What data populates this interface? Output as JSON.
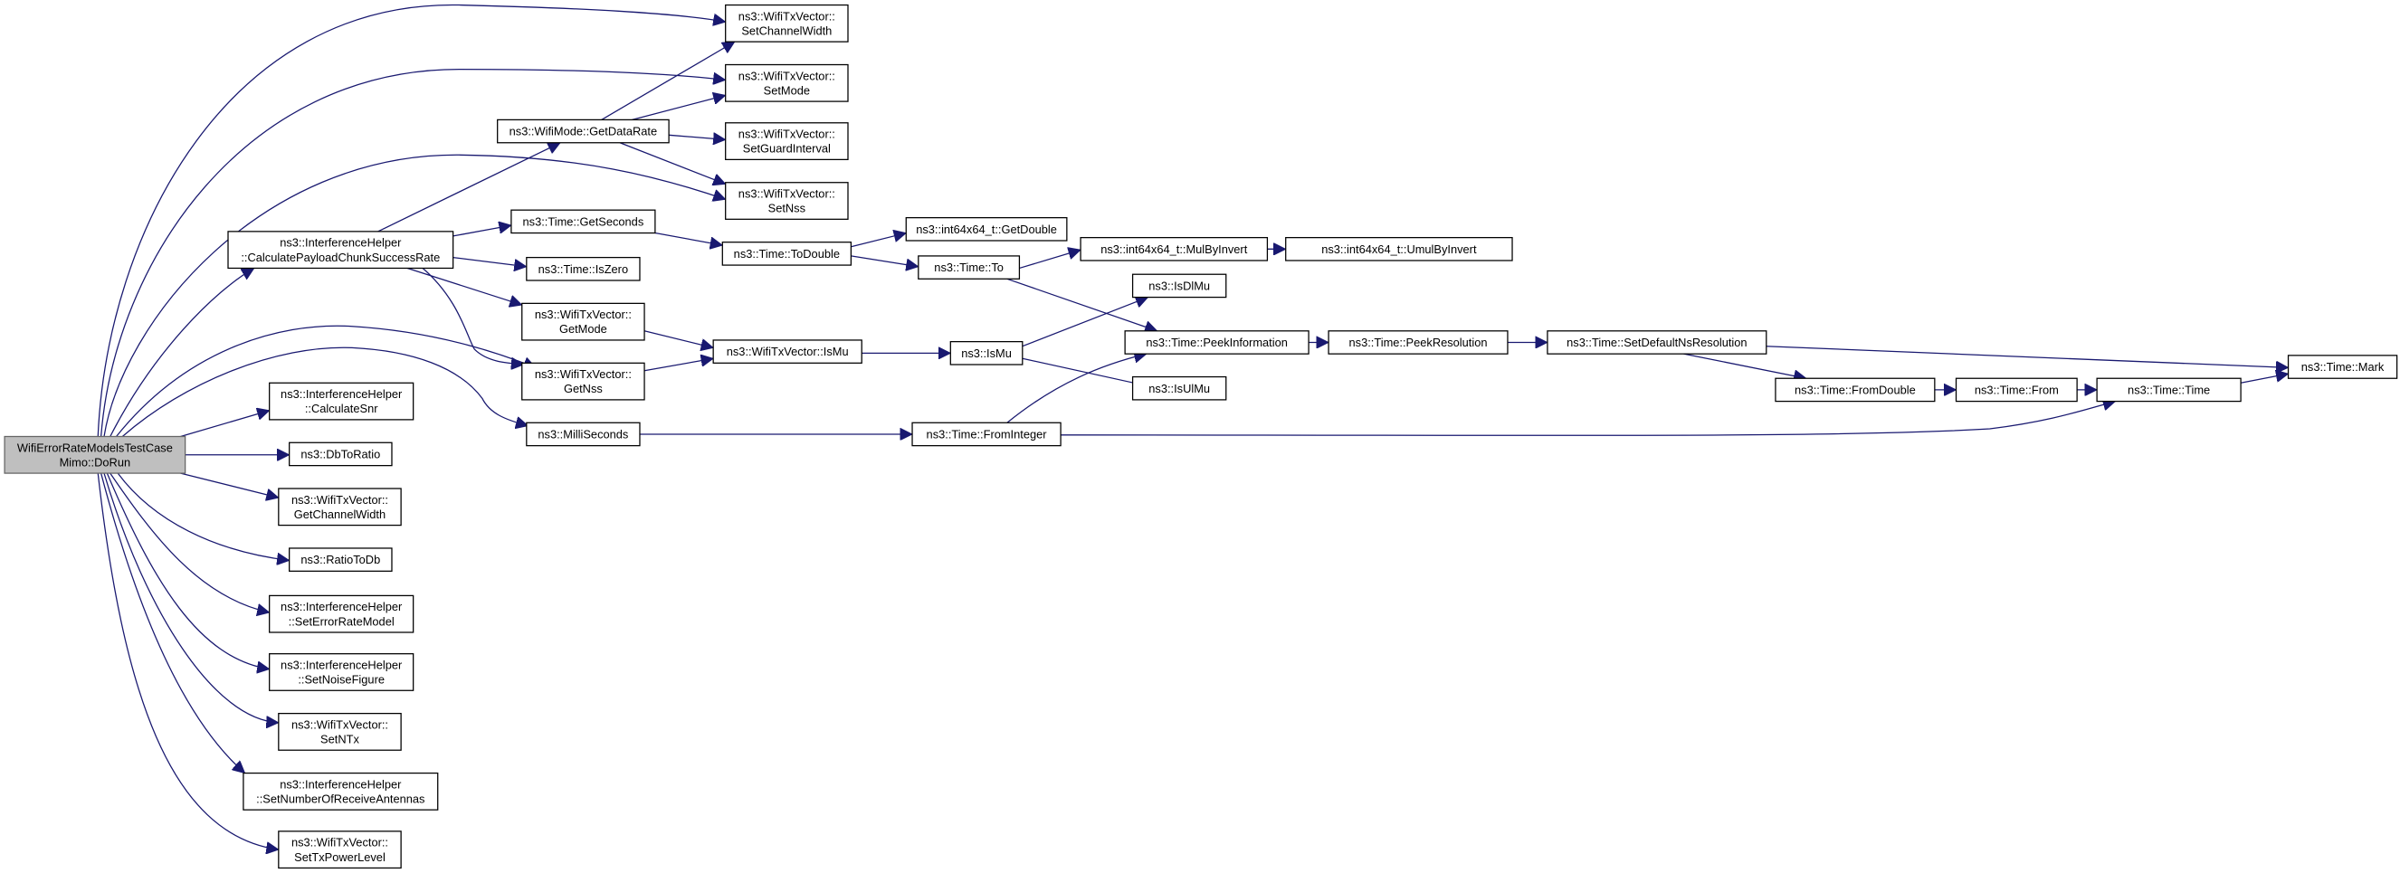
{
  "graph": {
    "title": "WifiErrorRateModelsTestCaseMimo::DoRun call graph",
    "colors": {
      "edge": "#191970",
      "root_fill": "#bfbfbf",
      "node_fill": "#ffffff"
    },
    "nodes": [
      {
        "id": "root",
        "lines": [
          "WifiErrorRateModelsTestCase",
          "Mimo::DoRun"
        ]
      },
      {
        "id": "setChannelWidth",
        "lines": [
          "ns3::WifiTxVector::",
          "SetChannelWidth"
        ]
      },
      {
        "id": "setMode",
        "lines": [
          "ns3::WifiTxVector::",
          "SetMode"
        ]
      },
      {
        "id": "getDataRate",
        "lines": [
          "ns3::WifiMode::GetDataRate"
        ]
      },
      {
        "id": "setGuardInterval",
        "lines": [
          "ns3::WifiTxVector::",
          "SetGuardInterval"
        ]
      },
      {
        "id": "setNss",
        "lines": [
          "ns3::WifiTxVector::",
          "SetNss"
        ]
      },
      {
        "id": "cpcsr",
        "lines": [
          "ns3::InterferenceHelper",
          "::CalculatePayloadChunkSuccessRate"
        ]
      },
      {
        "id": "getSeconds",
        "lines": [
          "ns3::Time::GetSeconds"
        ]
      },
      {
        "id": "toDouble",
        "lines": [
          "ns3::Time::ToDouble"
        ]
      },
      {
        "id": "isZero",
        "lines": [
          "ns3::Time::IsZero"
        ]
      },
      {
        "id": "getMode",
        "lines": [
          "ns3::WifiTxVector::",
          "GetMode"
        ]
      },
      {
        "id": "getNss",
        "lines": [
          "ns3::WifiTxVector::",
          "GetNss"
        ]
      },
      {
        "id": "txIsMu",
        "lines": [
          "ns3::WifiTxVector::IsMu"
        ]
      },
      {
        "id": "calcSnr",
        "lines": [
          "ns3::InterferenceHelper",
          "::CalculateSnr"
        ]
      },
      {
        "id": "milliSeconds",
        "lines": [
          "ns3::MilliSeconds"
        ]
      },
      {
        "id": "dbToRatio",
        "lines": [
          "ns3::DbToRatio"
        ]
      },
      {
        "id": "getChannelWidth",
        "lines": [
          "ns3::WifiTxVector::",
          "GetChannelWidth"
        ]
      },
      {
        "id": "ratioToDb",
        "lines": [
          "ns3::RatioToDb"
        ]
      },
      {
        "id": "setErrorRateModel",
        "lines": [
          "ns3::InterferenceHelper",
          "::SetErrorRateModel"
        ]
      },
      {
        "id": "setNoiseFigure",
        "lines": [
          "ns3::InterferenceHelper",
          "::SetNoiseFigure"
        ]
      },
      {
        "id": "setNTx",
        "lines": [
          "ns3::WifiTxVector::",
          "SetNTx"
        ]
      },
      {
        "id": "setNumRx",
        "lines": [
          "ns3::InterferenceHelper",
          "::SetNumberOfReceiveAntennas"
        ]
      },
      {
        "id": "setTxPower",
        "lines": [
          "ns3::WifiTxVector::",
          "SetTxPowerLevel"
        ]
      },
      {
        "id": "getDouble",
        "lines": [
          "ns3::int64x64_t::GetDouble"
        ]
      },
      {
        "id": "timeTo",
        "lines": [
          "ns3::Time::To"
        ]
      },
      {
        "id": "mulByInvert",
        "lines": [
          "ns3::int64x64_t::MulByInvert"
        ]
      },
      {
        "id": "umulByInvert",
        "lines": [
          "ns3::int64x64_t::UmulByInvert"
        ]
      },
      {
        "id": "isDlMu",
        "lines": [
          "ns3::IsDlMu"
        ]
      },
      {
        "id": "isMu",
        "lines": [
          "ns3::IsMu"
        ]
      },
      {
        "id": "isUlMu",
        "lines": [
          "ns3::IsUlMu"
        ]
      },
      {
        "id": "peekInfo",
        "lines": [
          "ns3::Time::PeekInformation"
        ]
      },
      {
        "id": "peekRes",
        "lines": [
          "ns3::Time::PeekResolution"
        ]
      },
      {
        "id": "setDefNs",
        "lines": [
          "ns3::Time::SetDefaultNsResolution"
        ]
      },
      {
        "id": "fromInteger",
        "lines": [
          "ns3::Time::FromInteger"
        ]
      },
      {
        "id": "fromDouble",
        "lines": [
          "ns3::Time::FromDouble"
        ]
      },
      {
        "id": "from",
        "lines": [
          "ns3::Time::From"
        ]
      },
      {
        "id": "timeTime",
        "lines": [
          "ns3::Time::Time"
        ]
      },
      {
        "id": "mark",
        "lines": [
          "ns3::Time::Mark"
        ]
      }
    ],
    "edges": [
      [
        "root",
        "setChannelWidth"
      ],
      [
        "root",
        "setMode"
      ],
      [
        "root",
        "setNss"
      ],
      [
        "root",
        "cpcsr"
      ],
      [
        "root",
        "getNss"
      ],
      [
        "root",
        "milliSeconds"
      ],
      [
        "root",
        "calcSnr"
      ],
      [
        "root",
        "dbToRatio"
      ],
      [
        "root",
        "getChannelWidth"
      ],
      [
        "root",
        "ratioToDb"
      ],
      [
        "root",
        "setErrorRateModel"
      ],
      [
        "root",
        "setNoiseFigure"
      ],
      [
        "root",
        "setNTx"
      ],
      [
        "root",
        "setNumRx"
      ],
      [
        "root",
        "setTxPower"
      ],
      [
        "cpcsr",
        "getDataRate"
      ],
      [
        "cpcsr",
        "getSeconds"
      ],
      [
        "cpcsr",
        "isZero"
      ],
      [
        "cpcsr",
        "getMode"
      ],
      [
        "cpcsr",
        "getNss"
      ],
      [
        "getDataRate",
        "setChannelWidth"
      ],
      [
        "getDataRate",
        "setMode"
      ],
      [
        "getDataRate",
        "setGuardInterval"
      ],
      [
        "getDataRate",
        "setNss"
      ],
      [
        "getSeconds",
        "toDouble"
      ],
      [
        "toDouble",
        "getDouble"
      ],
      [
        "toDouble",
        "timeTo"
      ],
      [
        "timeTo",
        "mulByInvert"
      ],
      [
        "timeTo",
        "peekInfo"
      ],
      [
        "mulByInvert",
        "umulByInvert"
      ],
      [
        "milliSeconds",
        "fromInteger"
      ],
      [
        "getMode",
        "txIsMu"
      ],
      [
        "getNss",
        "txIsMu"
      ],
      [
        "txIsMu",
        "isMu"
      ],
      [
        "isMu",
        "isDlMu"
      ],
      [
        "isMu",
        "isUlMu"
      ],
      [
        "fromInteger",
        "peekInfo"
      ],
      [
        "fromInteger",
        "timeTime"
      ],
      [
        "peekInfo",
        "peekRes"
      ],
      [
        "peekRes",
        "setDefNs"
      ],
      [
        "setDefNs",
        "mark"
      ],
      [
        "setDefNs",
        "fromDouble"
      ],
      [
        "fromDouble",
        "from"
      ],
      [
        "from",
        "timeTime"
      ],
      [
        "timeTime",
        "mark"
      ]
    ]
  }
}
